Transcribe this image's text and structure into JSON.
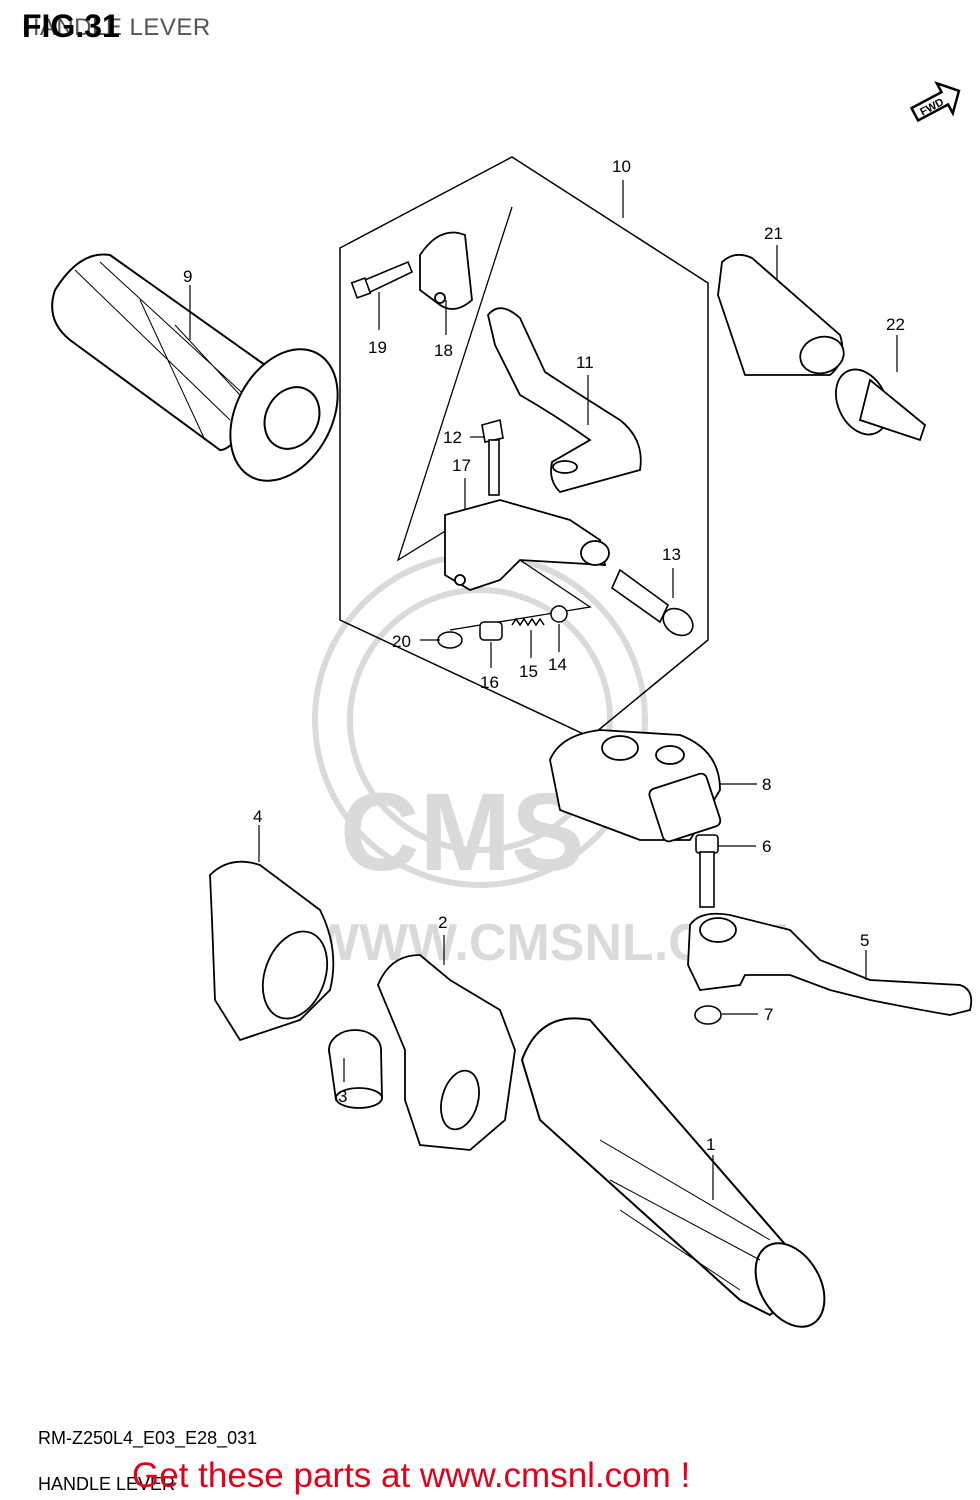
{
  "header": {
    "figure": "FIG.31",
    "section_title": "HANDLE LEVER",
    "fwd_label": "FWD"
  },
  "parts": [
    {
      "ref": "1"
    },
    {
      "ref": "2"
    },
    {
      "ref": "3"
    },
    {
      "ref": "4"
    },
    {
      "ref": "5"
    },
    {
      "ref": "6"
    },
    {
      "ref": "7"
    },
    {
      "ref": "8"
    },
    {
      "ref": "9"
    },
    {
      "ref": "10"
    },
    {
      "ref": "11"
    },
    {
      "ref": "12"
    },
    {
      "ref": "13"
    },
    {
      "ref": "14"
    },
    {
      "ref": "15"
    },
    {
      "ref": "16"
    },
    {
      "ref": "17"
    },
    {
      "ref": "18"
    },
    {
      "ref": "19"
    },
    {
      "ref": "20"
    },
    {
      "ref": "21"
    },
    {
      "ref": "22"
    }
  ],
  "footer": {
    "diagram_code": "RM-Z250L4_E03_E28_031",
    "diagram_name": "HANDLE LEVER",
    "promo_text": "Get these parts at www.cmsnl.com !",
    "promo_color": "#e0001a"
  },
  "icons": {
    "fwd_arrow": "fwd-arrow-icon",
    "watermark": "cms-logo-watermark"
  }
}
